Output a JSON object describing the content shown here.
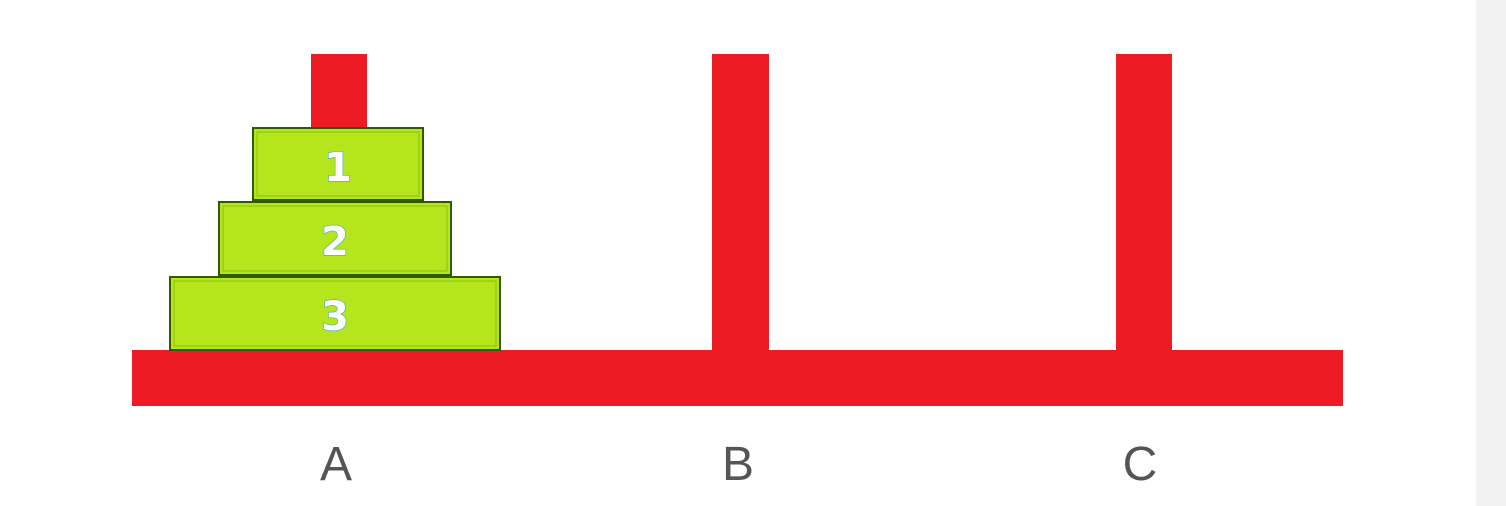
{
  "pegs": [
    {
      "label": "A"
    },
    {
      "label": "B"
    },
    {
      "label": "C"
    }
  ],
  "disks": [
    {
      "label": "1",
      "size": 1,
      "peg": "A",
      "level": 3
    },
    {
      "label": "2",
      "size": 2,
      "peg": "A",
      "level": 2
    },
    {
      "label": "3",
      "size": 3,
      "peg": "A",
      "level": 1
    }
  ],
  "colors": {
    "peg": "#ed1c24",
    "disk": "#b5e61d",
    "disk_border": "#2f5a00",
    "label_text": "#555555"
  }
}
